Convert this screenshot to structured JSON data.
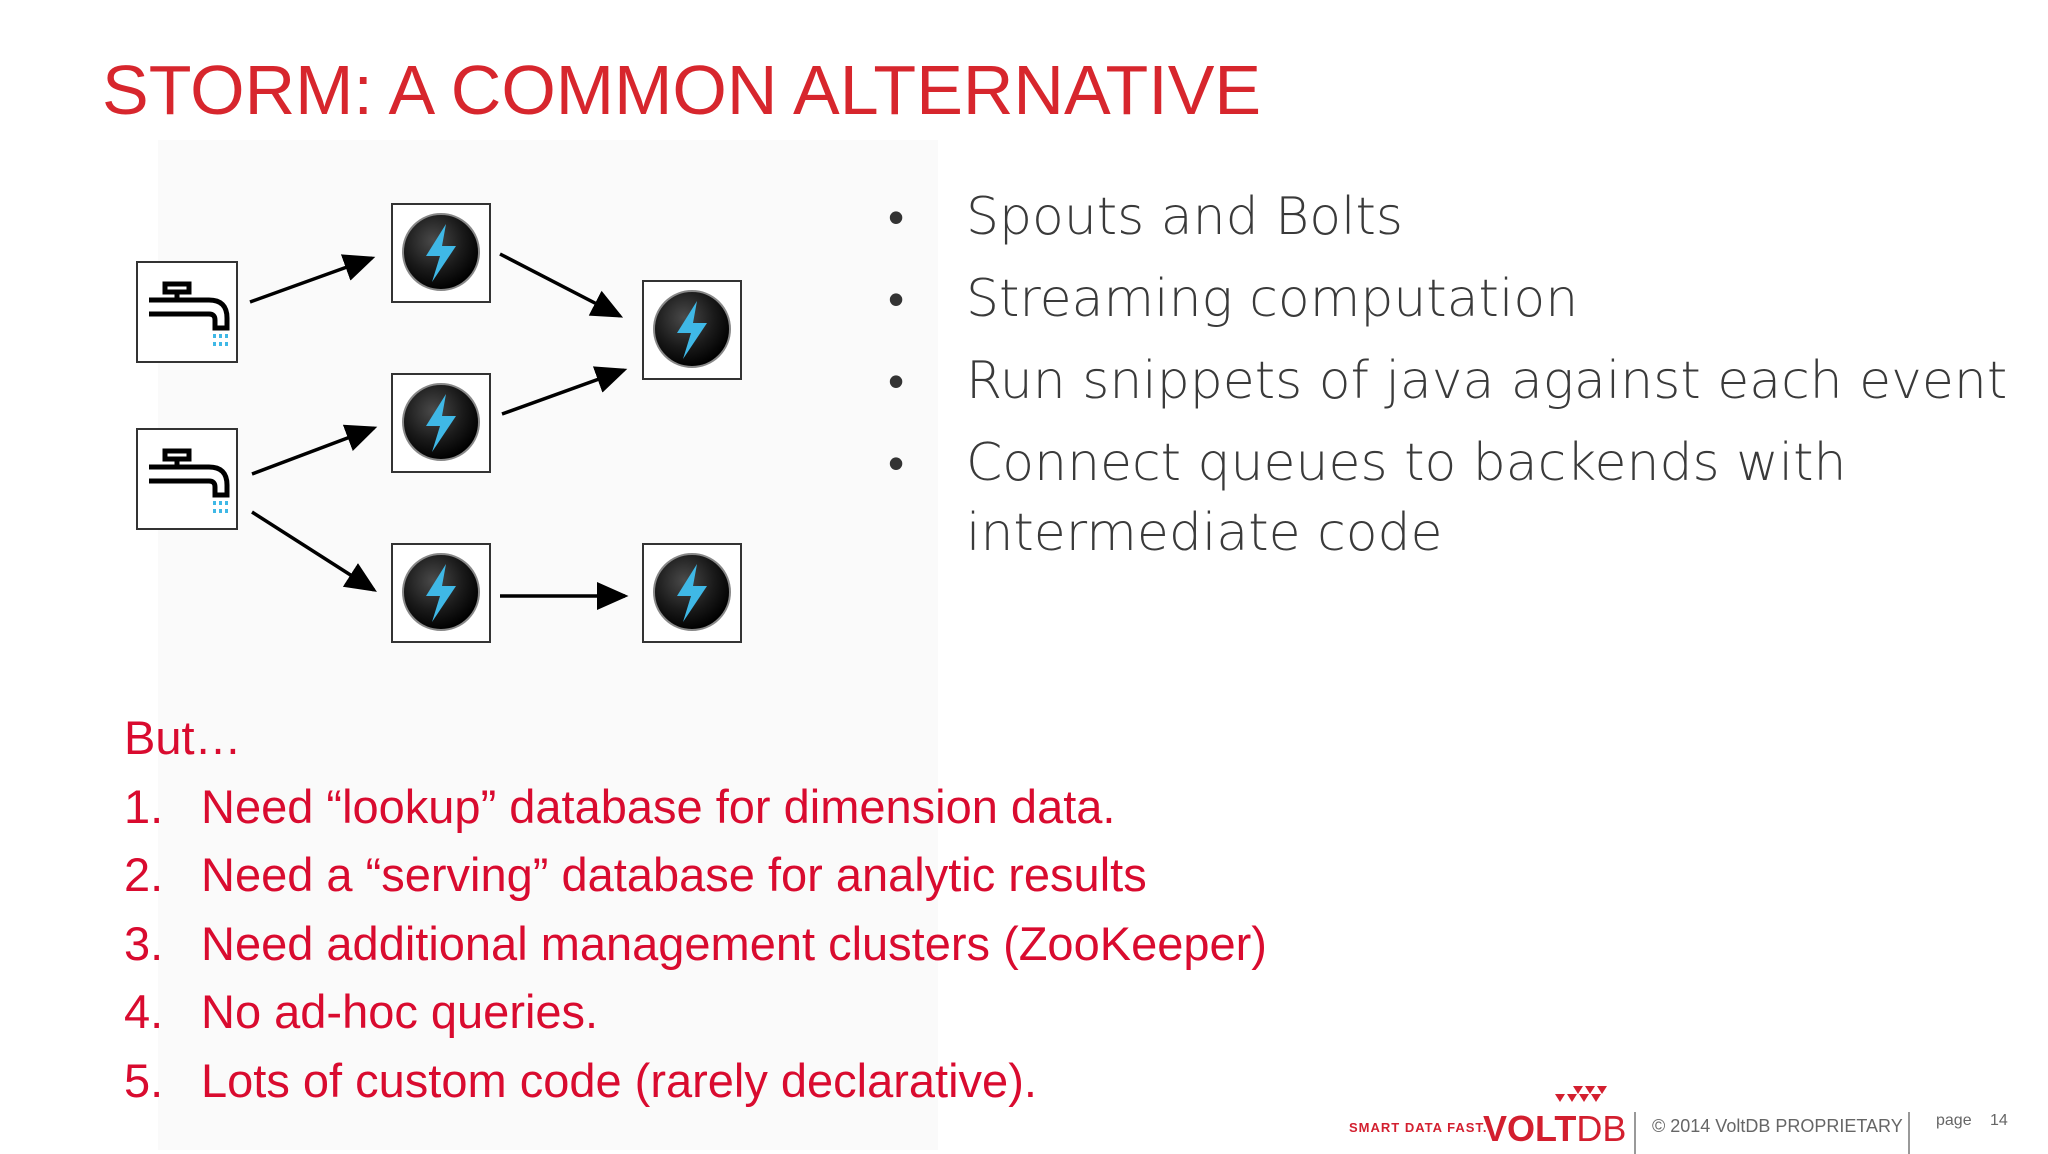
{
  "slide": {
    "title": "STORM: A COMMON ALTERNATIVE",
    "bullets": [
      "Spouts and Bolts",
      "Streaming computation",
      "Run snippets of java against each event",
      "Connect queues to backends with intermediate code"
    ],
    "but_heading": "But…",
    "but_items": [
      {
        "num": "1.",
        "text": "Need “lookup” database for dimension data."
      },
      {
        "num": "2.",
        "text": "Need a “serving” database for analytic results"
      },
      {
        "num": "3.",
        "text": "Need additional management clusters (ZooKeeper)"
      },
      {
        "num": "4.",
        "text": "No ad-hoc queries."
      },
      {
        "num": "5.",
        "text": "Lots of custom code (rarely declarative)."
      }
    ]
  },
  "footer": {
    "tagline": "SMART DATA FAST.",
    "logo_volt": "VOLT",
    "logo_db": "DB",
    "copyright": "© 2014 VoltDB PROPRIETARY",
    "page_label": "page",
    "page_number": "14"
  },
  "icons": {
    "spout": "faucet-icon",
    "bolt": "lightning-bolt-icon"
  },
  "colors": {
    "title": "#d7262d",
    "but_text": "#d90b2f",
    "bolt_blue": "#3fb8e6",
    "bullet_text": "#3a3a3a"
  }
}
